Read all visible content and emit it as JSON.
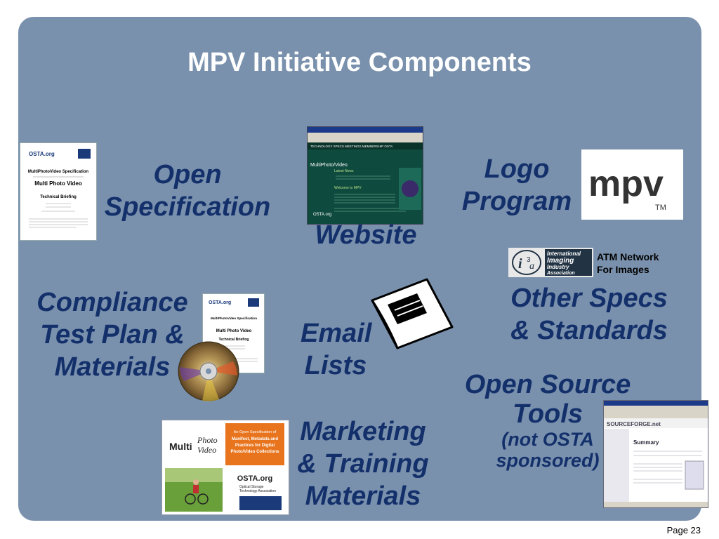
{
  "title": "MPV Initiative Components",
  "labels": {
    "open_spec": [
      "Open",
      "Specification"
    ],
    "website": "Website",
    "logo_program": [
      "Logo",
      "Program"
    ],
    "compliance": [
      "Compliance",
      "Test Plan &",
      "Materials"
    ],
    "email_lists": [
      "Email",
      "Lists"
    ],
    "other_specs": [
      "Other Specs",
      "& Standards"
    ],
    "open_source": [
      "Open Source",
      "Tools",
      "(not OSTA",
      "sponsored)"
    ],
    "marketing": [
      "Marketing",
      "& Training",
      "Materials"
    ]
  },
  "atm": {
    "line1": "ATM Network",
    "line2": "For Images"
  },
  "doc": {
    "org": "OSTA.org",
    "title": "MultiPhotoVideo Specification",
    "subtitle": "Technical Briefing"
  },
  "website_thumb": {
    "heading": "MultiPhoto/Video",
    "news": "Latest News",
    "welcome": "Welcome to MPV"
  },
  "mpv_logo": {
    "text": "mpv",
    "tm": "TM"
  },
  "marketing_thumb": {
    "brand": "MultiPhoto Video",
    "box": "An Open Specification of Manifest, Metadata and Practices for Digital Photo/Video Collections",
    "osta": "OSTA.org",
    "osta_sub": "Optical Storage Technology Association"
  },
  "sourceforge": {
    "brand": "SOURCEFORGE.net",
    "summary": "Summary"
  },
  "page_number": "Page 23"
}
